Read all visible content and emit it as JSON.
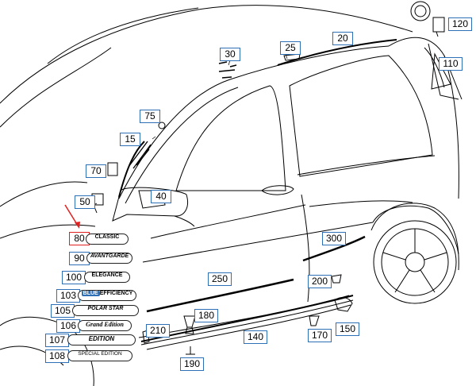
{
  "diagram": {
    "callouts": {
      "c20": "20",
      "c25": "25",
      "c30": "30",
      "c40": "40",
      "c50": "50",
      "c70": "70",
      "c75": "75",
      "c15": "15",
      "c80": "80",
      "c90": "90",
      "c100": "100",
      "c103": "103",
      "c105": "105",
      "c106": "106",
      "c107": "107",
      "c108": "108",
      "c110": "110",
      "c120": "120",
      "c140": "140",
      "c150": "150",
      "c170": "170",
      "c180": "180",
      "c190": "190",
      "c200": "200",
      "c210": "210",
      "c250": "250",
      "c300": "300"
    },
    "badges": {
      "classic": "CLASSIC",
      "avantgarde": "AVANTGARDE",
      "elegance": "ELEGANCE",
      "blue_prefix": "BLUE",
      "blue_suffix": "EFFICIENCY",
      "polar_star": "POLAR STAR",
      "grand_edition": "Grand Edition",
      "edition": "EDITION",
      "special_edition": "SPECIAL EDITION"
    },
    "colors": {
      "callout_border": "#2f6fb5",
      "selected_border": "#e02020",
      "arrow": "#e02020",
      "line": "#000000"
    }
  }
}
